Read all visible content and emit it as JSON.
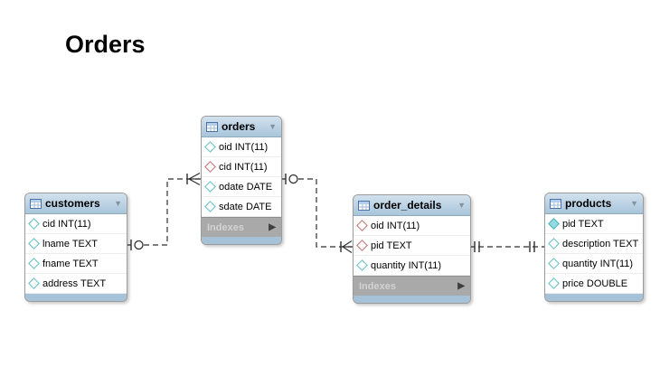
{
  "title": "Orders",
  "ui": {
    "collapse_arrow": "▼",
    "expand_arrow": "▶"
  },
  "tables": [
    {
      "name": "customers",
      "columns": [
        {
          "text": "cid INT(11)",
          "icon": "diamond-teal-outline-icon"
        },
        {
          "text": "lname TEXT",
          "icon": "diamond-teal-outline-icon"
        },
        {
          "text": "fname TEXT",
          "icon": "diamond-teal-outline-icon"
        },
        {
          "text": "address TEXT",
          "icon": "diamond-teal-outline-icon"
        }
      ]
    },
    {
      "name": "orders",
      "columns": [
        {
          "text": "oid INT(11)",
          "icon": "diamond-teal-outline-icon"
        },
        {
          "text": "cid INT(11)",
          "icon": "diamond-red-outline-icon"
        },
        {
          "text": "odate DATE",
          "icon": "diamond-teal-outline-icon"
        },
        {
          "text": "sdate DATE",
          "icon": "diamond-teal-outline-icon"
        }
      ],
      "indexes_label": "Indexes"
    },
    {
      "name": "order_details",
      "columns": [
        {
          "text": "oid INT(11)",
          "icon": "diamond-red-outline-icon"
        },
        {
          "text": "pid TEXT",
          "icon": "diamond-red-outline-icon"
        },
        {
          "text": "quantity INT(11)",
          "icon": "diamond-teal-outline-icon"
        }
      ],
      "indexes_label": "Indexes"
    },
    {
      "name": "products",
      "columns": [
        {
          "text": "pid TEXT",
          "icon": "diamond-teal-filled-icon"
        },
        {
          "text": "description TEXT",
          "icon": "diamond-teal-outline-icon"
        },
        {
          "text": "quantity INT(11)",
          "icon": "diamond-teal-outline-icon"
        },
        {
          "text": "price DOUBLE",
          "icon": "diamond-teal-outline-icon"
        }
      ]
    }
  ],
  "relationships": [
    {
      "from": "customers",
      "to": "orders",
      "line_style": "dashed",
      "from_notation": "zero-or-one (bar + circle)",
      "to_notation": "many (bar + crow's foot)"
    },
    {
      "from": "orders",
      "to": "order_details",
      "line_style": "dashed",
      "from_notation": "zero-or-one (bar + circle)",
      "to_notation": "many (bar + crow's foot)"
    },
    {
      "from": "order_details",
      "to": "products",
      "line_style": "dashed",
      "from_notation": "exactly-one (double bar)",
      "to_notation": "exactly-one (double bar)"
    }
  ],
  "colors": {
    "table_header_blue": "#aac6dc",
    "bottom_strip_blue": "#a5c2d8",
    "indexes_gray": "#a9a9a9",
    "teal_diamond": "#5fbfc6",
    "red_diamond": "#c4716f",
    "connector": "#2e2e2e"
  }
}
